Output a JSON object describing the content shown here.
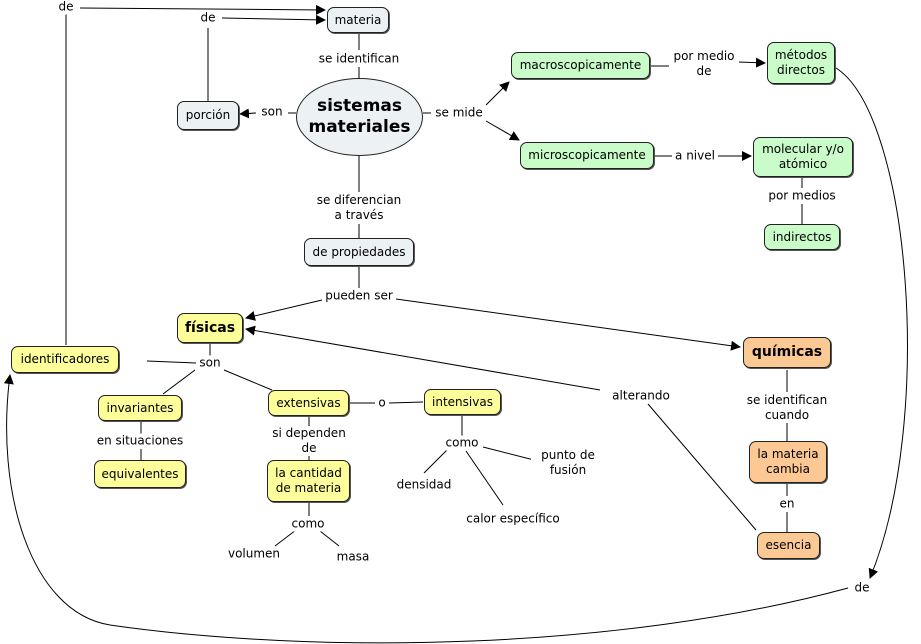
{
  "concepts": {
    "materia": "materia",
    "sistemas_materiales": "sistemas materiales",
    "porcion": "porción",
    "macroscopicamente": "macroscopicamente",
    "microscopicamente": "microscopicamente",
    "metodos_directos": "métodos directos",
    "molecular_atomico": "molecular y/o atómico",
    "indirectos": "indirectos",
    "de_propiedades": "de propiedades",
    "fisicas": "físicas",
    "quimicas": "químicas",
    "identificadores": "identificadores",
    "invariantes": "invariantes",
    "equivalentes": "equivalentes",
    "extensivas": "extensivas",
    "intensivas": "intensivas",
    "la_cantidad_de_materia": "la cantidad de materia",
    "la_materia_cambia": "la materia cambia",
    "esencia": "esencia"
  },
  "links": {
    "de_top": "de",
    "de_materia": "de",
    "se_identifican": "se identifican",
    "son_porcion": "son",
    "se_mide": "se mide",
    "por_medio_de": "por medio de",
    "a_nivel": "a nivel",
    "por_medios": "por medios",
    "se_diferencian": "se diferencian a través",
    "pueden_ser": "pueden ser",
    "son": "son",
    "en_situaciones": "en situaciones",
    "o": "o",
    "si_dependen_de": "si dependen de",
    "como_int": "como",
    "como_ext": "como",
    "alterando": "alterando",
    "se_identifican_cuando": "se identifican cuando",
    "en": "en",
    "de_bottom": "de"
  },
  "examples": {
    "densidad": "densidad",
    "punto_de_fusion": "punto de fusión",
    "calor_especifico": "calor específico",
    "volumen": "volumen",
    "masa": "masa"
  },
  "colors": {
    "gray": "#ecf1f4",
    "green": "#c9fcc9",
    "yellow": "#fdfd9a",
    "orange": "#fcc894"
  }
}
